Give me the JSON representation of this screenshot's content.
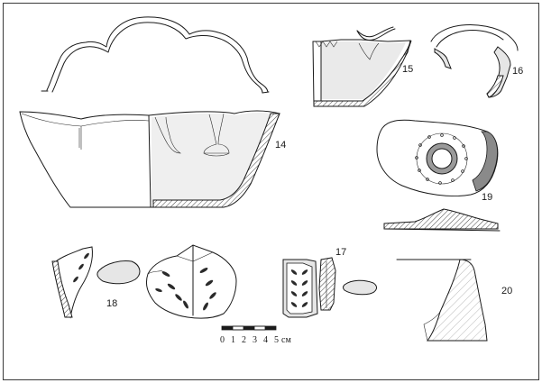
{
  "figure": {
    "frame_color": "#3a3a3a",
    "labels": {
      "f14": "14",
      "f15": "15",
      "f16": "16",
      "f17": "17",
      "f18": "18",
      "f19": "19",
      "f20": "20"
    },
    "scale_bar": {
      "ticks": [
        "0",
        "1",
        "2",
        "3",
        "4",
        "5"
      ],
      "unit": "см"
    }
  }
}
